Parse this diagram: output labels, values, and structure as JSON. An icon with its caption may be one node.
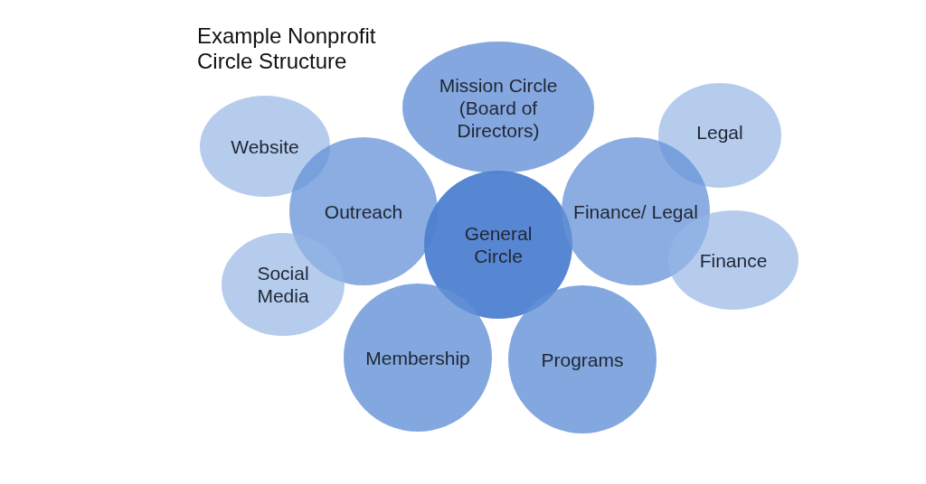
{
  "diagram": {
    "title": "Example Nonprofit Circle Structure",
    "nodes": [
      {
        "text": [
          "Mission Circle (Board of Directors)"
        ]
      },
      {
        "text": [
          "Website"
        ]
      },
      {
        "text": [
          "Legal"
        ]
      },
      {
        "text": [
          "Outreach"
        ]
      },
      {
        "text": [
          "General Circle"
        ]
      },
      {
        "text": [
          "Finance/ Legal"
        ]
      },
      {
        "text": [
          "Finance"
        ]
      },
      {
        "text": [
          "Social Media"
        ]
      },
      {
        "text": [
          "Membership"
        ]
      },
      {
        "text": [
          "Programs"
        ]
      }
    ]
  }
}
